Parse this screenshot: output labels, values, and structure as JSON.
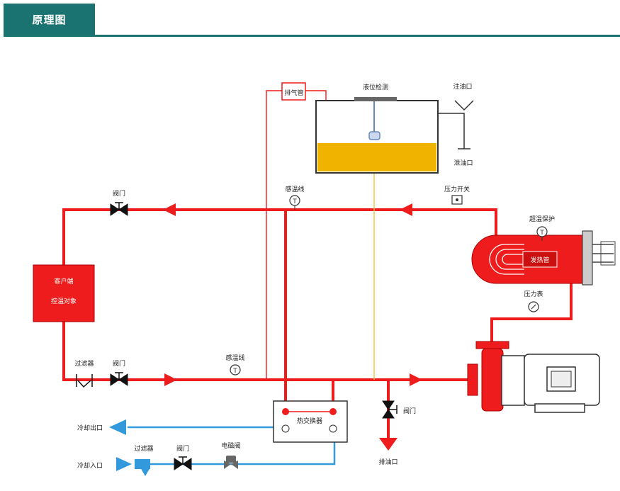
{
  "header": {
    "title": "原理图"
  },
  "labels": {
    "vent_pipe": "排气管",
    "level_detect": "液位检测",
    "oil_inlet": "注油口",
    "oil_drain_tank": "泄油口",
    "temp_line_top": "感温线",
    "pressure_switch": "压力开关",
    "over_temp": "超温保护",
    "heater": "发热管",
    "pressure_gauge": "压力表",
    "valve_top": "阀门",
    "customer_line1": "客户端",
    "customer_line2": "控温对象",
    "filter_bottom": "过滤器",
    "valve_bottom": "阀门",
    "temp_line_bottom": "感温线",
    "heat_exchanger": "热交换器",
    "valve_drain": "阀门",
    "drain_outlet": "排油口",
    "cooling_out": "冷却出口",
    "cooling_in": "冷却入口",
    "filter_cool": "过滤器",
    "valve_cool": "阀门",
    "solenoid": "电磁阀"
  },
  "colors": {
    "header": "#1a7370",
    "oil_pipe": "#ee1c1c",
    "cooling_pipe": "#3399dd",
    "oil_level": "#f0b400",
    "level_line": "#f5c842"
  }
}
